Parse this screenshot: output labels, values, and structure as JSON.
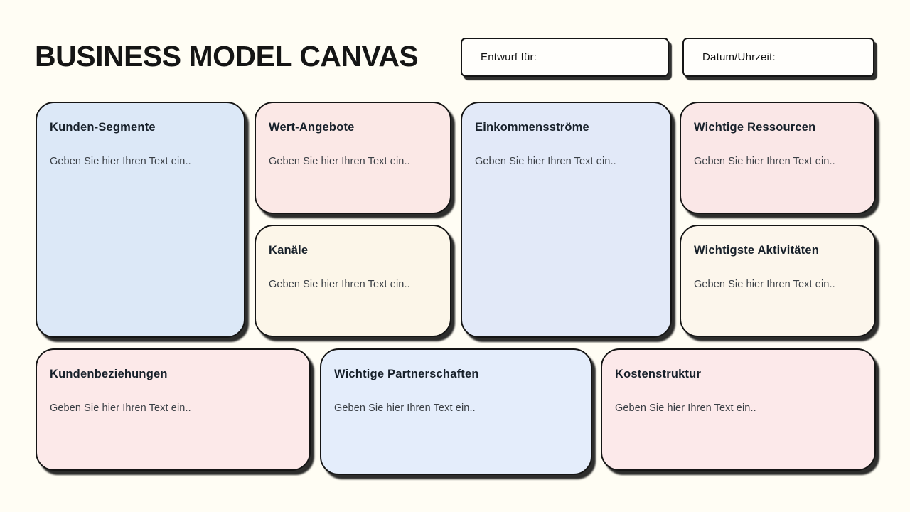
{
  "page": {
    "title": "BUSINESS MODEL CANVAS",
    "background": "#fffdf4"
  },
  "header_fields": {
    "draft_for_label": "Entwurf für:",
    "datetime_label": "Datum/Uhrzeit:"
  },
  "colors": {
    "background": "#fffdf4",
    "card_blue": "#dce8f7",
    "card_pink": "#fbe8e7",
    "card_cream": "#fcf6ea",
    "border": "#151515",
    "shadow": "#161616",
    "title_text": "#151515",
    "body_text": "#3a3f45"
  },
  "cards": [
    {
      "title": "Kunden-Segmente",
      "placeholder": "Geben Sie hier Ihren Text ein..",
      "color": "#dce8f7"
    },
    {
      "title": "Wert-Angebote",
      "placeholder": "Geben Sie hier Ihren Text ein..",
      "color": "#fbe8e6"
    },
    {
      "title": "Einkommensströme",
      "placeholder": "Geben Sie hier Ihren Text ein..",
      "color": "#e2e9f8"
    },
    {
      "title": "Wichtige Ressourcen",
      "placeholder": "Geben Sie hier Ihren Text ein..",
      "color": "#fae7e7"
    },
    {
      "title": "Kanäle",
      "placeholder": "Geben Sie hier Ihren Text ein..",
      "color": "#fcf6e9"
    },
    {
      "title": "Wichtigste Aktivitäten",
      "placeholder": "Geben Sie hier Ihren Text ein..",
      "color": "#fcf6ec"
    },
    {
      "title": "Kundenbeziehungen",
      "placeholder": "Geben Sie hier Ihren Text ein..",
      "color": "#fce9e9"
    },
    {
      "title": "Wichtige Partnerschaften",
      "placeholder": "Geben Sie hier Ihren Text ein..",
      "color": "#e4edfb"
    },
    {
      "title": "Kostenstruktur",
      "placeholder": "Geben Sie hier Ihren Text ein..",
      "color": "#fce9ea"
    }
  ]
}
